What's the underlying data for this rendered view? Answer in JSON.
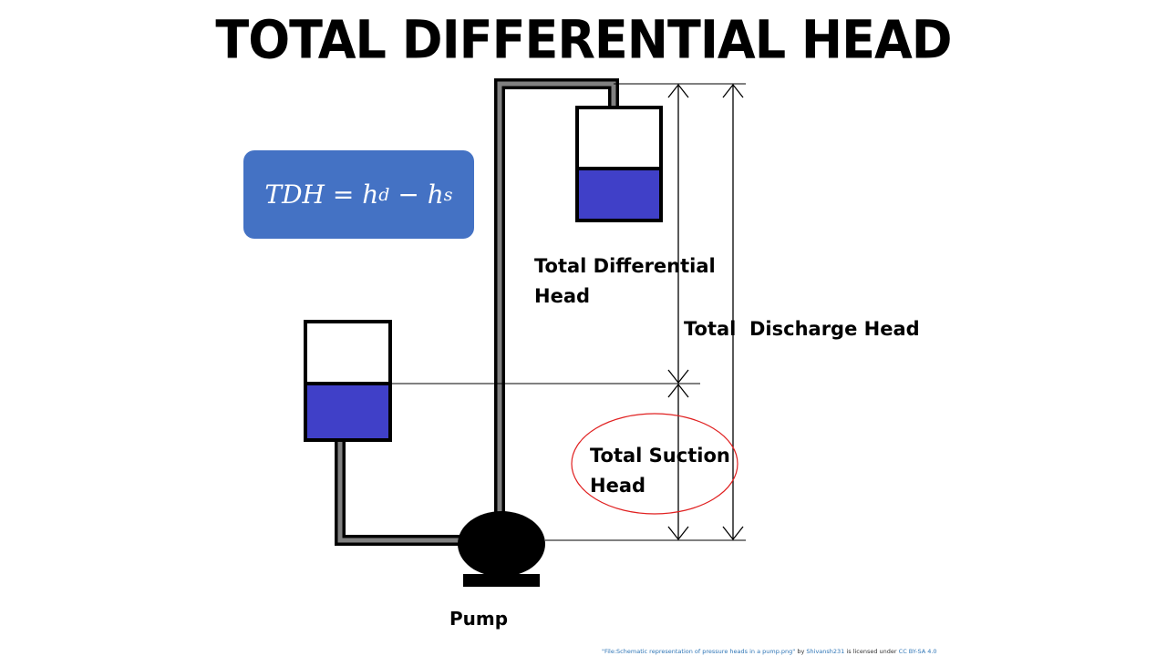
{
  "title": "TOTAL DIFFERENTIAL HEAD",
  "formula": {
    "lhs": "TDH",
    "equals": "=",
    "h_d_base": "h",
    "h_d_sub": "d",
    "minus": "−",
    "h_s_base": "h",
    "h_s_sub": "s"
  },
  "labels": {
    "total_differential_head_line1": "Total Differential",
    "total_differential_head_line2": "Head",
    "total_discharge_head": "Total  Discharge Head",
    "total_suction_head_line1": "Total Suction",
    "total_suction_head_line2": "Head",
    "pump": "Pump"
  },
  "attribution": {
    "file_text": "\"File:Schematic   representation  of pressure heads in a pump.png\"",
    "by": "by",
    "author": "Shivansh231",
    "licensed": "is licensed  under",
    "license": "CC BY-SA 4.0"
  },
  "colors": {
    "formula_box": "#4472c4",
    "tank_water": "#4040c8",
    "pipe_fill": "#808080",
    "highlight_circle": "#e02020"
  }
}
